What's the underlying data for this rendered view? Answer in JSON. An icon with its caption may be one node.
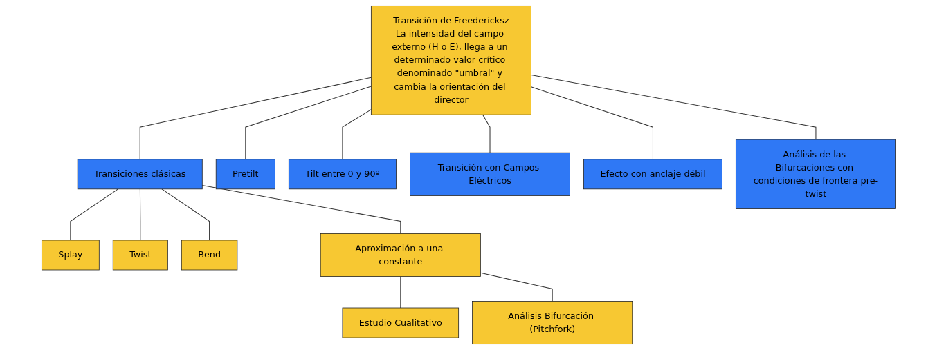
{
  "diagram": {
    "nodes": [
      {
        "text": [
          "Transición de Freedericksz",
          "La intensidad del campo externo (H o E), llega a un determinado valor crítico denominado \"umbral\" y cambia la orientación del director"
        ]
      },
      {
        "text": [
          "Transiciones clásicas"
        ]
      },
      {
        "text": [
          "Pretilt"
        ]
      },
      {
        "text": [
          "Tilt entre 0 y 90º"
        ]
      },
      {
        "text": [
          "Transición con Campos Eléctricos"
        ]
      },
      {
        "text": [
          "Efecto con anclaje débil"
        ]
      },
      {
        "text": [
          "Análisis de las Bifurcaciones con condiciones de frontera pre-twist"
        ]
      },
      {
        "text": [
          "Splay"
        ]
      },
      {
        "text": [
          "Twist"
        ]
      },
      {
        "text": [
          "Bend"
        ]
      },
      {
        "text": [
          "Aproximación a una constante"
        ]
      },
      {
        "text": [
          "Estudio Cualitativo"
        ]
      },
      {
        "text": [
          "Análisis Bifurcación (Pitchfork)"
        ]
      }
    ],
    "edges": [
      {
        "from": 0,
        "to": 1,
        "arrow": "none"
      },
      {
        "from": 0,
        "to": 2,
        "arrow": "none"
      },
      {
        "from": 0,
        "to": 3,
        "arrow": "none"
      },
      {
        "from": 0,
        "to": 4,
        "arrow": "none"
      },
      {
        "from": 0,
        "to": 5,
        "arrow": "none"
      },
      {
        "from": 0,
        "to": 6,
        "arrow": "none"
      },
      {
        "from": 1,
        "to": 7,
        "arrow": "none"
      },
      {
        "from": 1,
        "to": 8,
        "arrow": "none"
      },
      {
        "from": 1,
        "to": 9,
        "arrow": "none"
      },
      {
        "from": 1,
        "to": 10,
        "arrow": "none"
      },
      {
        "from": 10,
        "to": 11,
        "arrow": "none"
      },
      {
        "from": 10,
        "to": 12,
        "arrow": "none"
      }
    ]
  }
}
